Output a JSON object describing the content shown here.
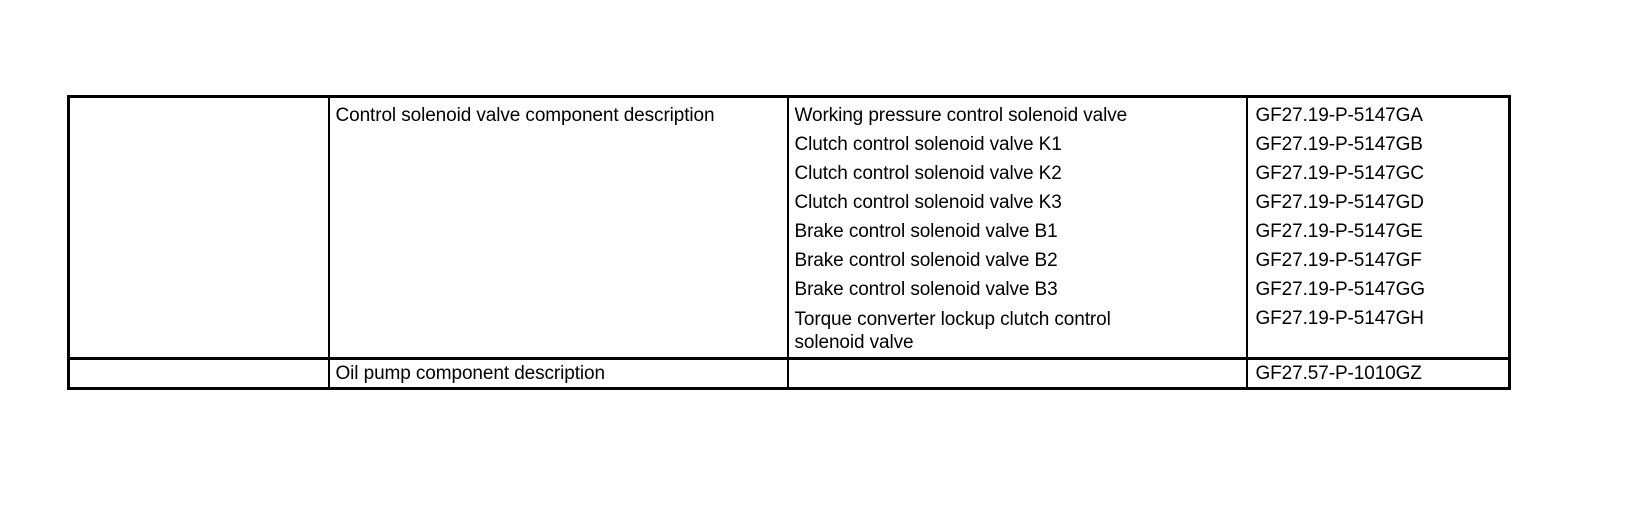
{
  "page": {
    "background_color": "#ffffff",
    "text_color": "#000000"
  },
  "table": {
    "border_color": "#000000",
    "columns": 4,
    "rows": [
      {
        "row_id": "control-solenoid-valve-row",
        "col1": "",
        "col2": "Control solenoid valve component description",
        "col3_entries": [
          {
            "label": "Working pressure control solenoid valve",
            "wrapped": false
          },
          {
            "label": "Clutch control solenoid valve K1",
            "wrapped": false
          },
          {
            "label": "Clutch control solenoid valve K2",
            "wrapped": false
          },
          {
            "label": "Clutch control solenoid valve K3",
            "wrapped": false
          },
          {
            "label": "Brake control solenoid valve B1",
            "wrapped": false
          },
          {
            "label": "Brake control solenoid valve B2",
            "wrapped": false
          },
          {
            "label": "Brake control solenoid valve B3",
            "wrapped": false
          },
          {
            "label": "Torque converter lockup clutch control\nsolenoid valve",
            "wrapped": true
          }
        ],
        "col4_codes": [
          "GF27.19-P-5147GA",
          "GF27.19-P-5147GB",
          "GF27.19-P-5147GC",
          "GF27.19-P-5147GD",
          "GF27.19-P-5147GE",
          "GF27.19-P-5147GF",
          "GF27.19-P-5147GG",
          "GF27.19-P-5147GH"
        ]
      },
      {
        "row_id": "oil-pump-row",
        "col1": "",
        "col2": "Oil pump component description",
        "col3": "",
        "col4": "GF27.57-P-1010GZ"
      }
    ]
  }
}
